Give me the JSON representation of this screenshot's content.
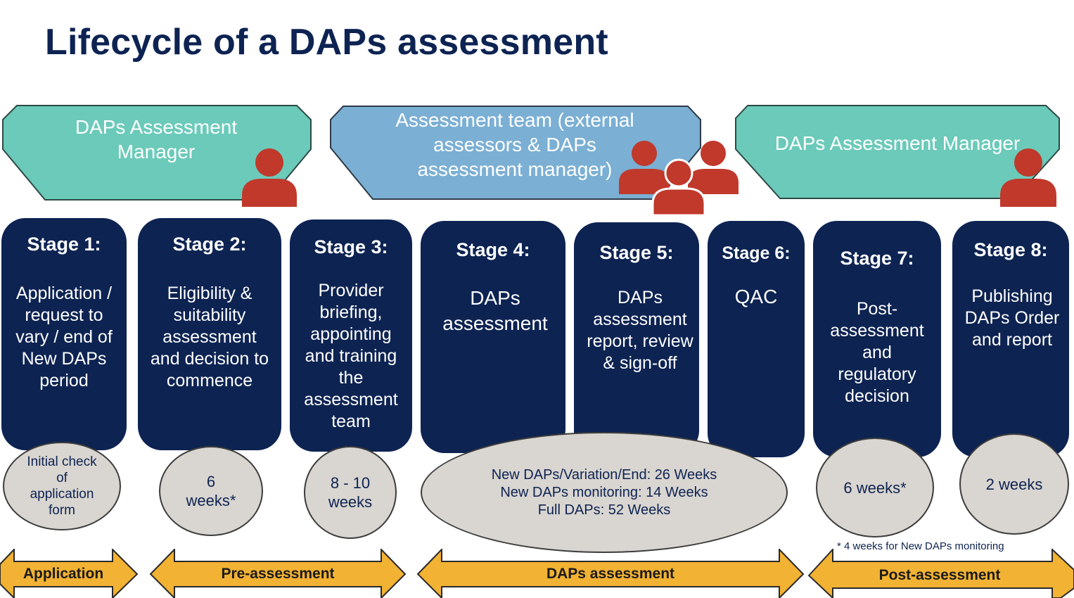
{
  "title": "Lifecycle of a DAPs assessment",
  "colors": {
    "navy": "#0d2352",
    "teal": "#6bcab9",
    "blue": "#7bafd4",
    "red": "#c0392b",
    "grey": "#d9d5d0",
    "gold": "#f2b233"
  },
  "banners": [
    {
      "label": "DAPs Assessment Manager",
      "icon": "person-icon"
    },
    {
      "label": "Assessment team (external assessors & DAPs assessment manager)",
      "icon": "group-icon"
    },
    {
      "label": "DAPs Assessment Manager",
      "icon": "person-icon"
    }
  ],
  "stages": [
    {
      "title": "Stage 1:",
      "desc": "Application / request to vary / end of New DAPs period"
    },
    {
      "title": "Stage 2:",
      "desc": "Eligibility & suitability assessment and decision to commence"
    },
    {
      "title": "Stage 3:",
      "desc": "Provider briefing, appointing and training the assessment team"
    },
    {
      "title": "Stage 4:",
      "desc": "DAPs assessment"
    },
    {
      "title": "Stage 5:",
      "desc": "DAPs assessment report, review & sign-off"
    },
    {
      "title": "Stage 6:",
      "desc": "QAC"
    },
    {
      "title": "Stage 7:",
      "desc": "Post-assessment and regulatory decision"
    },
    {
      "title": "Stage 8:",
      "desc": "Publishing DAPs Order and report"
    }
  ],
  "durations": [
    "Initial check of application form",
    "6 weeks*",
    "8 - 10 weeks",
    "New DAPs/Variation/End: 26 Weeks\nNew DAPs monitoring: 14 Weeks\nFull DAPs: 52 Weeks",
    "6 weeks*",
    "2 weeks"
  ],
  "footnote": "* 4 weeks  for New DAPs monitoring",
  "phases": [
    "Application",
    "Pre-assessment",
    "DAPs assessment",
    "Post-assessment"
  ]
}
